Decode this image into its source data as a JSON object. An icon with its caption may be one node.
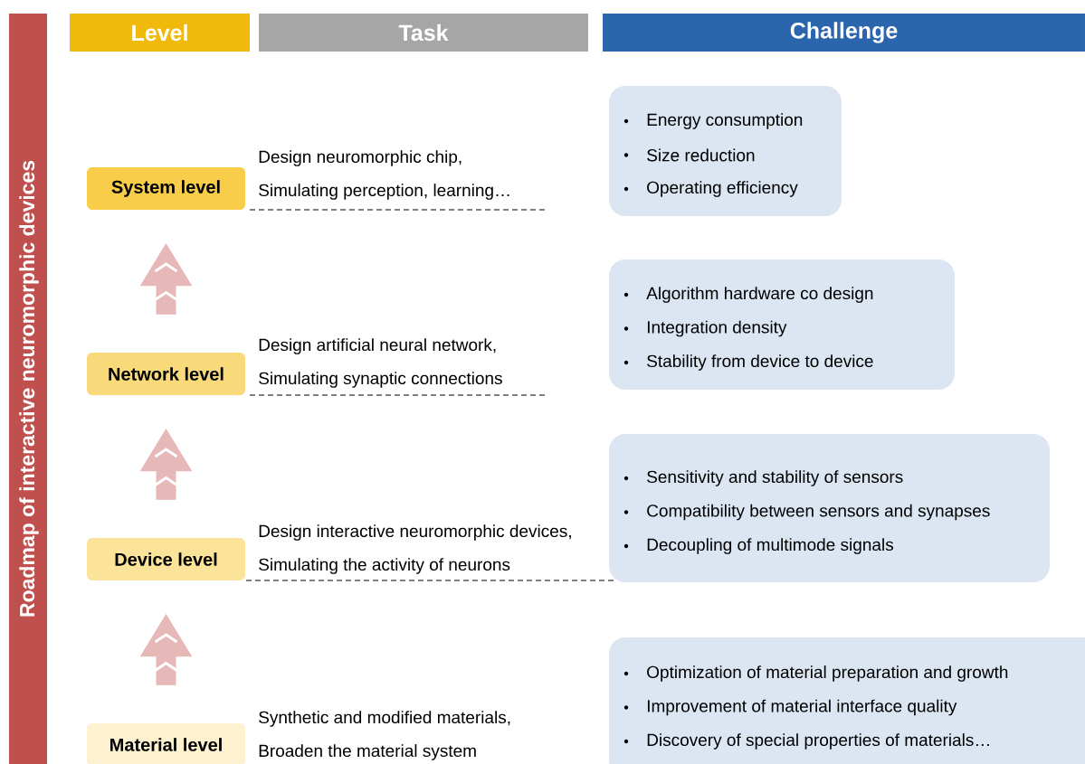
{
  "diagram": {
    "nodes": [
      {
        "text": [
          "Roadmap of interactive neuromorphic devices"
        ]
      },
      {
        "text": [
          "Level"
        ]
      },
      {
        "text": [
          "Task"
        ]
      },
      {
        "text": [
          "Challenge"
        ]
      },
      {
        "text": [
          "System level"
        ]
      },
      {
        "text": [
          "Network level"
        ]
      },
      {
        "text": [
          "Device level"
        ]
      },
      {
        "text": [
          "Material level"
        ]
      },
      {
        "text": [
          "Energy consumption",
          "Size reduction",
          "Operating efficiency"
        ]
      },
      {
        "text": [
          "Algorithm hardware co design",
          "Integration density",
          "Stability from device to device"
        ]
      },
      {
        "text": [
          "Sensitivity and stability of sensors",
          "Compatibility between sensors and synapses",
          "Decoupling of multimode signals"
        ]
      },
      {
        "text": [
          "Optimization of material preparation and growth",
          "Improvement of material interface quality",
          "Discovery of special properties of materials…"
        ]
      }
    ],
    "edges": [
      {
        "from": 5,
        "to": 4,
        "arrow": "to"
      },
      {
        "from": 6,
        "to": 5,
        "arrow": "to"
      },
      {
        "from": 7,
        "to": 6,
        "arrow": "to"
      }
    ],
    "labels": [
      "Design neuromorphic chip,",
      "Simulating perception, learning…",
      "Design artificial neural network,",
      "Simulating synaptic connections",
      "Design interactive neuromorphic devices,",
      "Simulating the activity of neurons",
      "Synthetic and modified materials,",
      "Broaden the material system"
    ]
  }
}
